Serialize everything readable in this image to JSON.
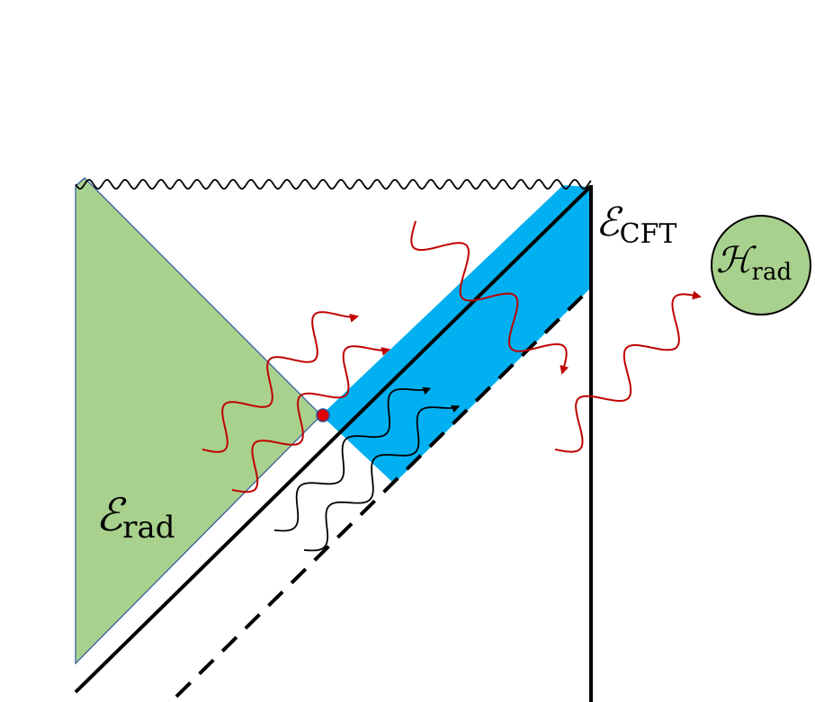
{
  "labels": {
    "e_cft": {
      "main": "ℰ",
      "sub": "CFT"
    },
    "e_rad": {
      "main": "ℰ",
      "sub": "rad"
    },
    "h_rad": {
      "main": "ℋ",
      "sub": "rad"
    }
  },
  "colors": {
    "green_region": "#a9d18e",
    "green_outline": "#2f5597",
    "blue_region": "#00b0f0",
    "red_wave": "#c00000",
    "red_dot": "#e00000",
    "line": "#000000",
    "circle_fill": "#a9d18e"
  }
}
